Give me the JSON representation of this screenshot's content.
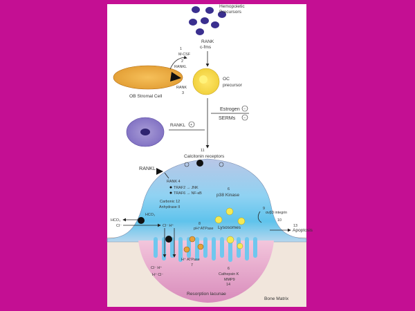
{
  "colors": {
    "background": "#c40f93",
    "panel": "#ffffff",
    "precursor_dots": "#3a2f8f",
    "ob_cell": "#e9a23a",
    "oc_precursor": "#f2d63c",
    "osteoclast_top": "#9fb7dd",
    "osteoclast_mid": "#7ecff0",
    "resorption_zone": "#e6a8c8",
    "bone_matrix": "#f1e6dc"
  },
  "labels": {
    "hematopoietic_line1": "Hemopoietic",
    "hematopoietic_line2": "Precursors",
    "rank": "RANK",
    "c_fms": "c-fms",
    "num_1": "1",
    "m_csf": "M-CSF",
    "num_2": "2",
    "rankl_top": "RANKL",
    "rank_ob": "RANK",
    "num_3": "3",
    "oc_precursor_line1": "OC",
    "oc_precursor_line2": "precursor",
    "ob_stromal_cell": "OB Stromal Cell",
    "estrogen": "Estrogen",
    "serms": "SERMs",
    "minus": "−",
    "rankl_mid": "RANKL",
    "plus": "+",
    "num_11": "11",
    "calcitonin_receptors": "Calcitonin receptors",
    "rankl_osteo": "RANKL",
    "rank_4": "RANK  4",
    "traf2_jnk": "TRAF2 → JNK",
    "traf6_nfkb": "TRAF6 → NF-κB",
    "num_6": "6",
    "p38_kinase": "p38 Kinase",
    "carbonic_line1": "Carbonic  12",
    "carbonic_line2": "Anhydrase II",
    "hco3_out": "HCO₃",
    "hco3_in": "HCO₃",
    "cl_out": "Cl⁻",
    "cl_h_in": "Cl⁻ H⁺",
    "num_8": "8",
    "ph_label": "pH⁺ATPase",
    "lysosomes": "Lysosomes",
    "integrin": "αvβ3 integrin",
    "num_9": "9",
    "num_10": "10",
    "num_13": "13",
    "apoptosis": "Apoptosis",
    "cl_h_lower": "Cl⁻  H⁺",
    "h_cl_lower": "H⁺ Cl⁻",
    "h_atpase": "H⁺ ATPase",
    "num_7": "7",
    "cathepsin_line1": "6",
    "cathepsin_line2": "Cathepsin K",
    "mmp9": "MMP9",
    "num_14": "14",
    "resorption": "Resorption lacunae",
    "bone_matrix": "Bone Matrix"
  }
}
